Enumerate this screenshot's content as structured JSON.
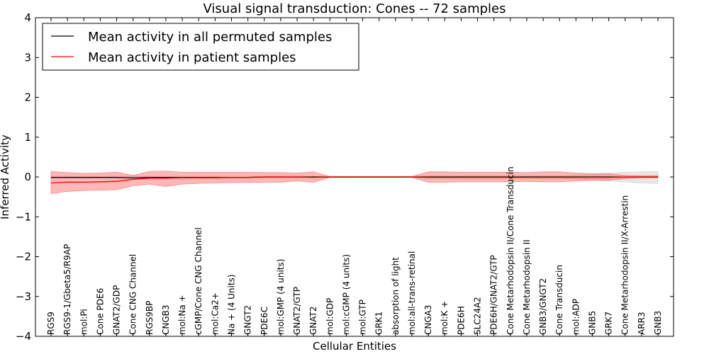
{
  "chart_data": {
    "type": "line",
    "title": "Visual signal transduction: Cones -- 72 samples",
    "xlabel": "Cellular Entities",
    "ylabel": "Inferred Activity",
    "ylim": [
      -4,
      4
    ],
    "yticks": [
      -4,
      -3,
      -2,
      -1,
      0,
      1,
      2,
      3,
      4
    ],
    "ytick_labels": [
      "−4",
      "−3",
      "−2",
      "−1",
      "0",
      "1",
      "2",
      "3",
      "4"
    ],
    "legend_position": "top-left",
    "grid": false,
    "categories": [
      "RGS9",
      "RGS9-1/Gbeta5/R9AP",
      "mol:Pi",
      "Cone PDE6",
      "GNAT2/GDP",
      "Cone CNG Channel",
      "RGS9BP",
      "CNGB3",
      "mol:Na +",
      "cGMP/Cone CNG Channel",
      "mol:Ca2+",
      "Na + (4 Units)",
      "GNGT2",
      "PDE6C",
      "mol:GMP (4 units)",
      "GNAT2/GTP",
      "GNAT2",
      "mol:GDP",
      "mol:cGMP (4 units)",
      "mol:GTP",
      "GRK1",
      "absorption of light",
      "mol:all-trans-retinal",
      "CNGA3",
      "mol:K +",
      "PDE6H",
      "SLC24A2",
      "PDE6H/GNAT2/GTP",
      "Cone Metarhodopsin II/Cone Transducin",
      "Cone Metarhodopsin II",
      "GNB3/GNGT2",
      "Cone Transducin",
      "mol:ADP",
      "GNB5",
      "GRK7",
      "Cone Metarhodopsin II/X-Arrestin",
      "ARR3",
      "GNB3"
    ],
    "series": [
      {
        "name": "Mean activity in all permuted samples",
        "color": "#000000",
        "band_color": "#bbbbbb",
        "values": [
          -0.01,
          -0.01,
          -0.01,
          -0.01,
          -0.01,
          -0.02,
          -0.01,
          -0.01,
          -0.01,
          -0.01,
          -0.01,
          -0.01,
          -0.01,
          0.0,
          0.0,
          0.0,
          0.0,
          0.0,
          0.0,
          0.0,
          0.0,
          0.0,
          0.0,
          0.0,
          0.0,
          0.0,
          0.0,
          0.0,
          0.0,
          0.0,
          0.0,
          0.0,
          0.0,
          0.0,
          0.0,
          0.0,
          0.0,
          0.0
        ],
        "lower": [
          -0.03,
          -0.03,
          -0.03,
          -0.03,
          -0.03,
          -0.05,
          -0.03,
          -0.03,
          -0.03,
          -0.03,
          -0.03,
          -0.03,
          -0.03,
          -0.02,
          -0.02,
          -0.02,
          -0.02,
          -0.02,
          -0.02,
          -0.02,
          -0.02,
          -0.02,
          -0.02,
          -0.03,
          -0.03,
          -0.03,
          -0.03,
          -0.03,
          -0.03,
          -0.03,
          -0.03,
          -0.03,
          -0.05,
          -0.08,
          -0.1,
          -0.12,
          -0.15,
          -0.16
        ],
        "upper": [
          0.02,
          0.02,
          0.02,
          0.02,
          0.02,
          0.01,
          0.02,
          0.02,
          0.02,
          0.02,
          0.02,
          0.02,
          0.02,
          0.02,
          0.02,
          0.02,
          0.02,
          0.02,
          0.02,
          0.02,
          0.02,
          0.02,
          0.02,
          0.03,
          0.03,
          0.03,
          0.03,
          0.03,
          0.03,
          0.03,
          0.03,
          0.03,
          0.05,
          0.08,
          0.1,
          0.12,
          0.13,
          0.14
        ]
      },
      {
        "name": "Mean activity in patient samples",
        "color": "#ff0000",
        "band_color": "#ff3333",
        "values": [
          -0.15,
          -0.13,
          -0.13,
          -0.12,
          -0.11,
          -0.06,
          -0.03,
          -0.03,
          -0.02,
          -0.02,
          -0.02,
          -0.01,
          -0.01,
          0.0,
          0.0,
          0.0,
          -0.01,
          0.0,
          0.0,
          0.0,
          0.0,
          0.0,
          0.0,
          -0.01,
          -0.01,
          -0.01,
          -0.01,
          -0.01,
          -0.01,
          -0.01,
          -0.01,
          -0.01,
          -0.01,
          -0.01,
          -0.01,
          0.0,
          0.0,
          0.0
        ],
        "lower": [
          -0.42,
          -0.36,
          -0.34,
          -0.33,
          -0.32,
          -0.22,
          -0.18,
          -0.24,
          -0.18,
          -0.16,
          -0.15,
          -0.14,
          -0.14,
          -0.13,
          -0.13,
          -0.1,
          -0.13,
          -0.01,
          -0.01,
          -0.01,
          -0.01,
          -0.01,
          -0.01,
          -0.13,
          -0.13,
          -0.12,
          -0.12,
          -0.12,
          -0.12,
          -0.11,
          -0.12,
          -0.12,
          -0.1,
          -0.08,
          -0.08,
          -0.04,
          -0.02,
          -0.02
        ],
        "upper": [
          0.14,
          0.11,
          0.09,
          0.1,
          0.12,
          0.04,
          0.14,
          0.15,
          0.12,
          0.12,
          0.12,
          0.12,
          0.12,
          0.11,
          0.11,
          0.1,
          0.13,
          0.01,
          0.01,
          0.01,
          0.01,
          0.01,
          0.01,
          0.13,
          0.13,
          0.12,
          0.12,
          0.12,
          0.12,
          0.11,
          0.13,
          0.13,
          0.1,
          0.08,
          0.08,
          0.04,
          0.03,
          0.03
        ]
      }
    ]
  }
}
